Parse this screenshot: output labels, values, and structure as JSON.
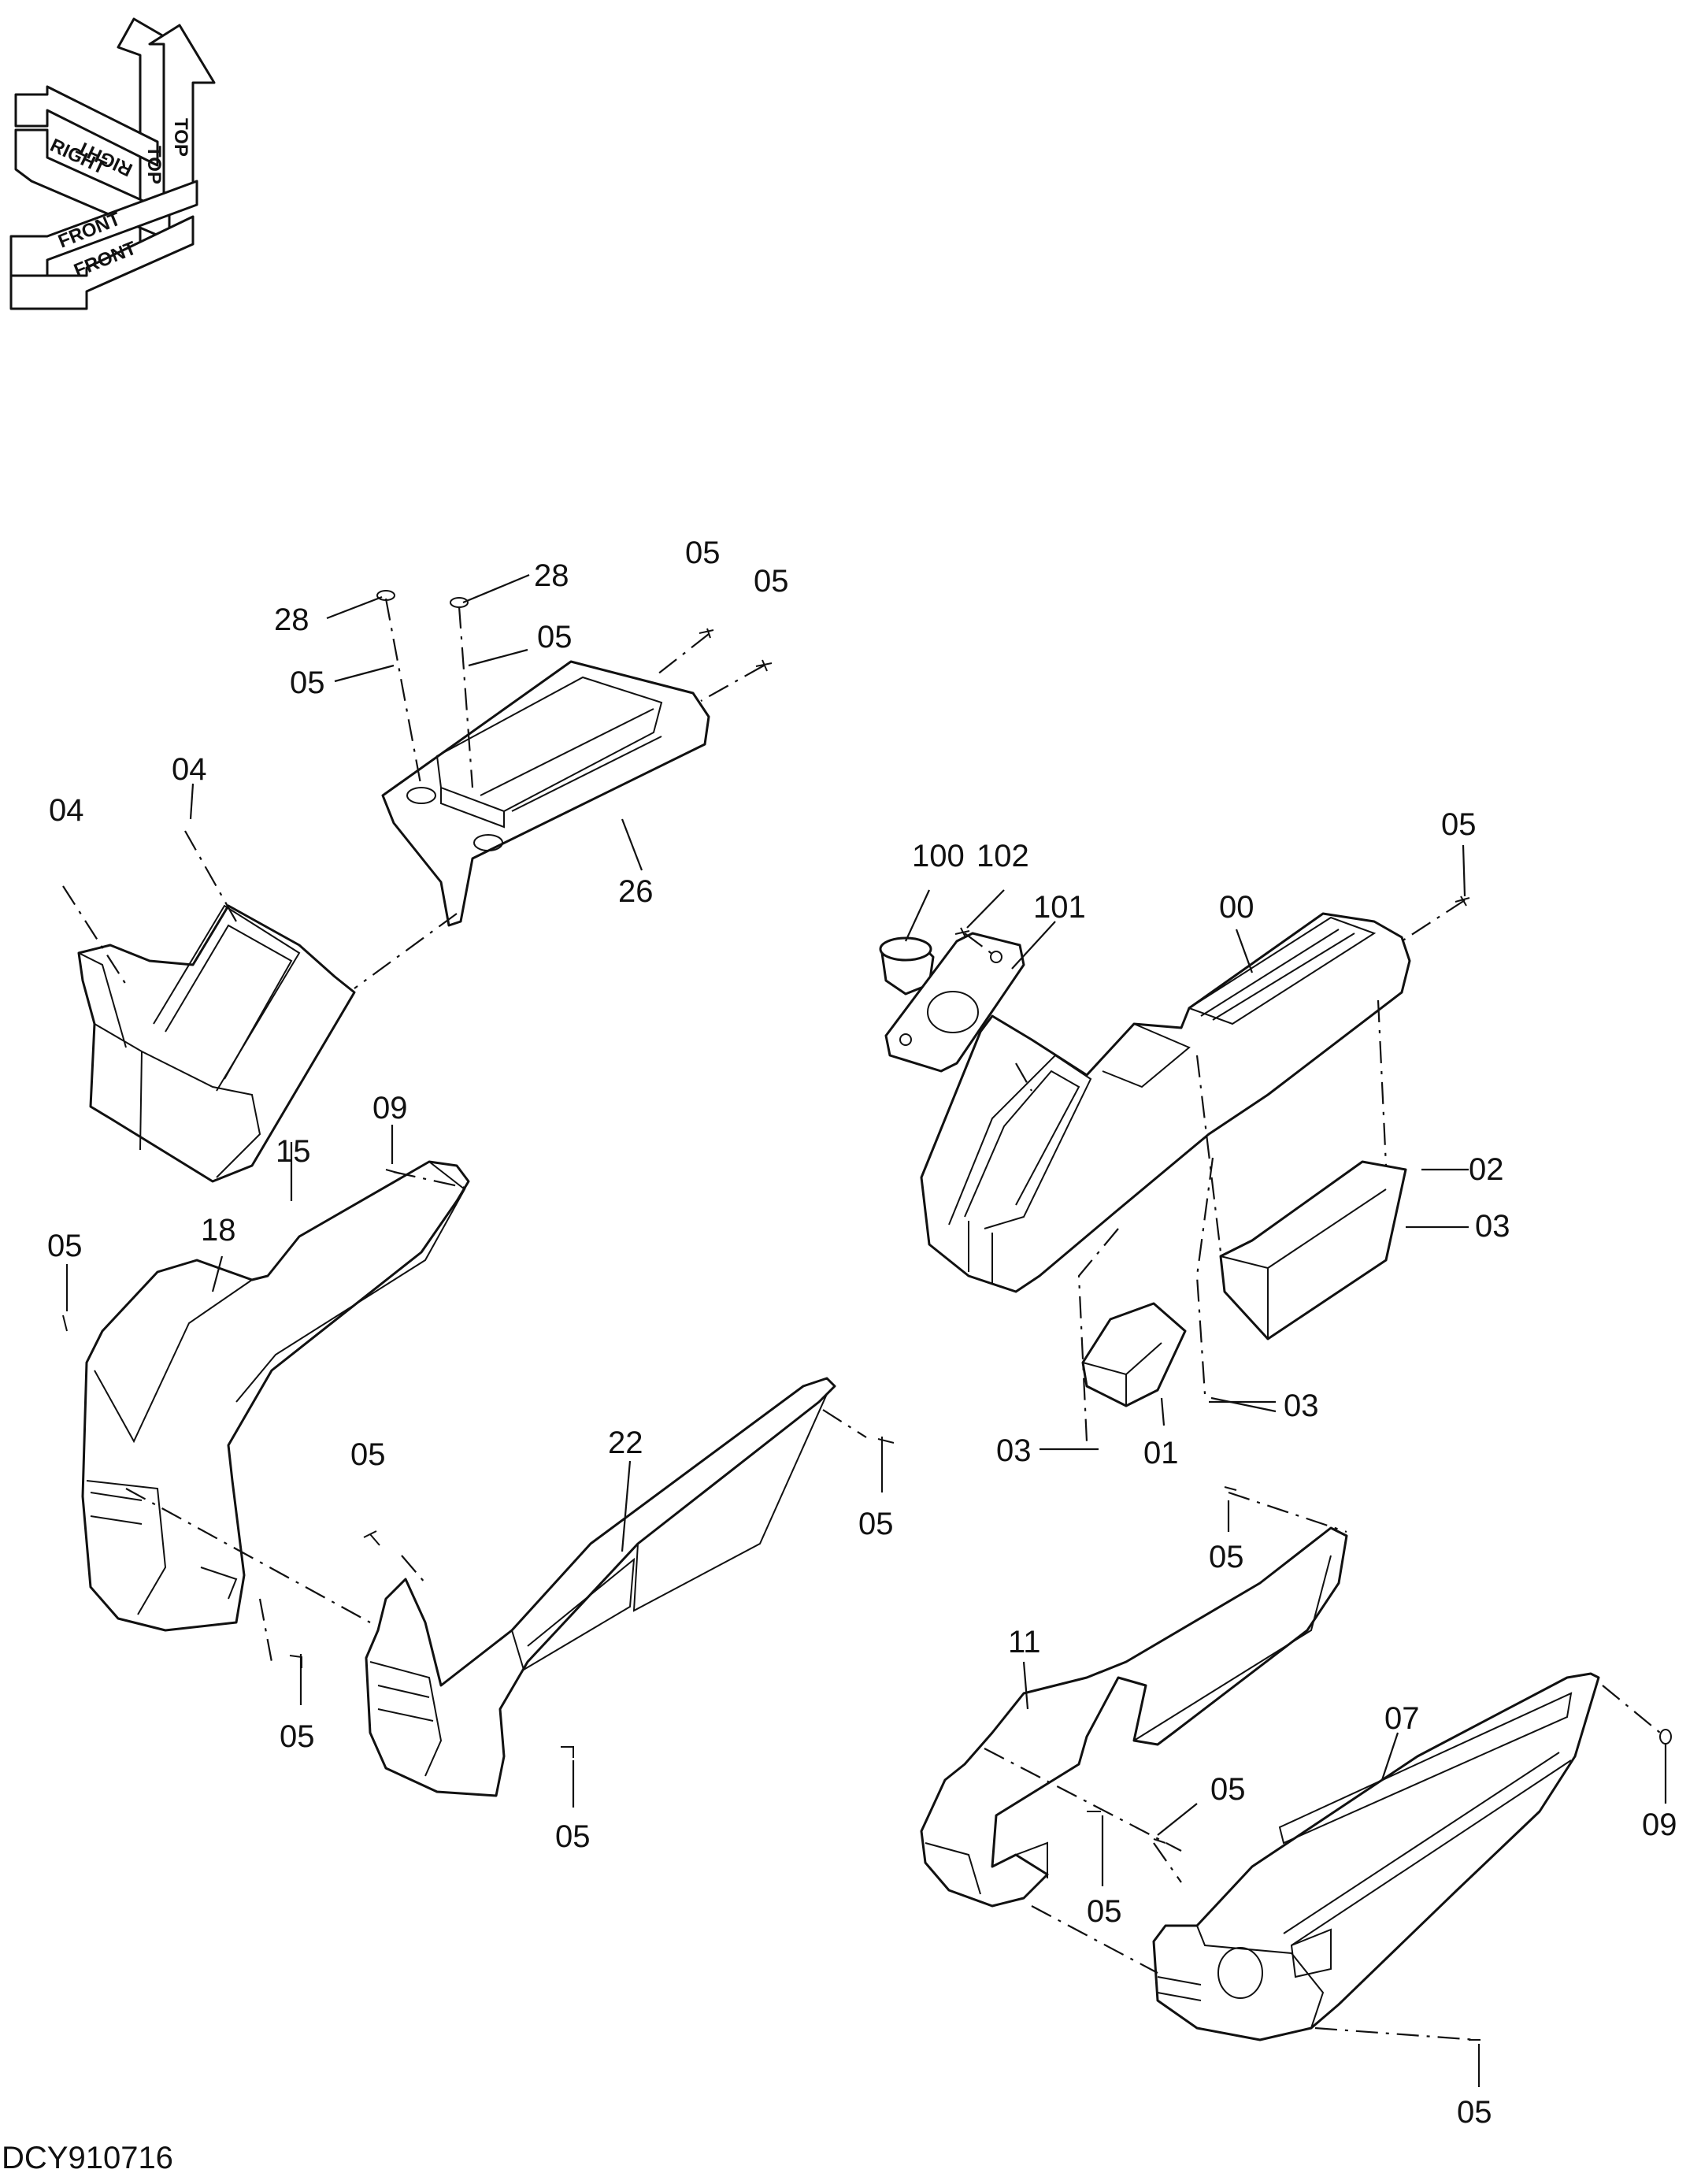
{
  "drawing_code": "DCY910716",
  "orientation": {
    "top_label": "TOP",
    "right_label": "RIGHT",
    "front_label": "FRONT"
  },
  "callouts": {
    "c28a": "28",
    "c28b": "28",
    "c05a": "05",
    "c05b": "05",
    "c05c": "05",
    "c05d": "05",
    "c05e": "05",
    "c05f": "05",
    "c05g": "05",
    "c05h": "05",
    "c05i": "05",
    "c05j": "05",
    "c05k": "05",
    "c05l": "05",
    "c05m": "05",
    "c26": "26",
    "c04a": "04",
    "c04b": "04",
    "c15": "15",
    "c09a": "09",
    "c09b": "09",
    "c18": "18",
    "c22": "22",
    "c100": "100",
    "c102": "102",
    "c101": "101",
    "c00": "00",
    "c02": "02",
    "c03a": "03",
    "c03b": "03",
    "c03c": "03",
    "c01": "01",
    "c11": "11",
    "c07": "07"
  }
}
